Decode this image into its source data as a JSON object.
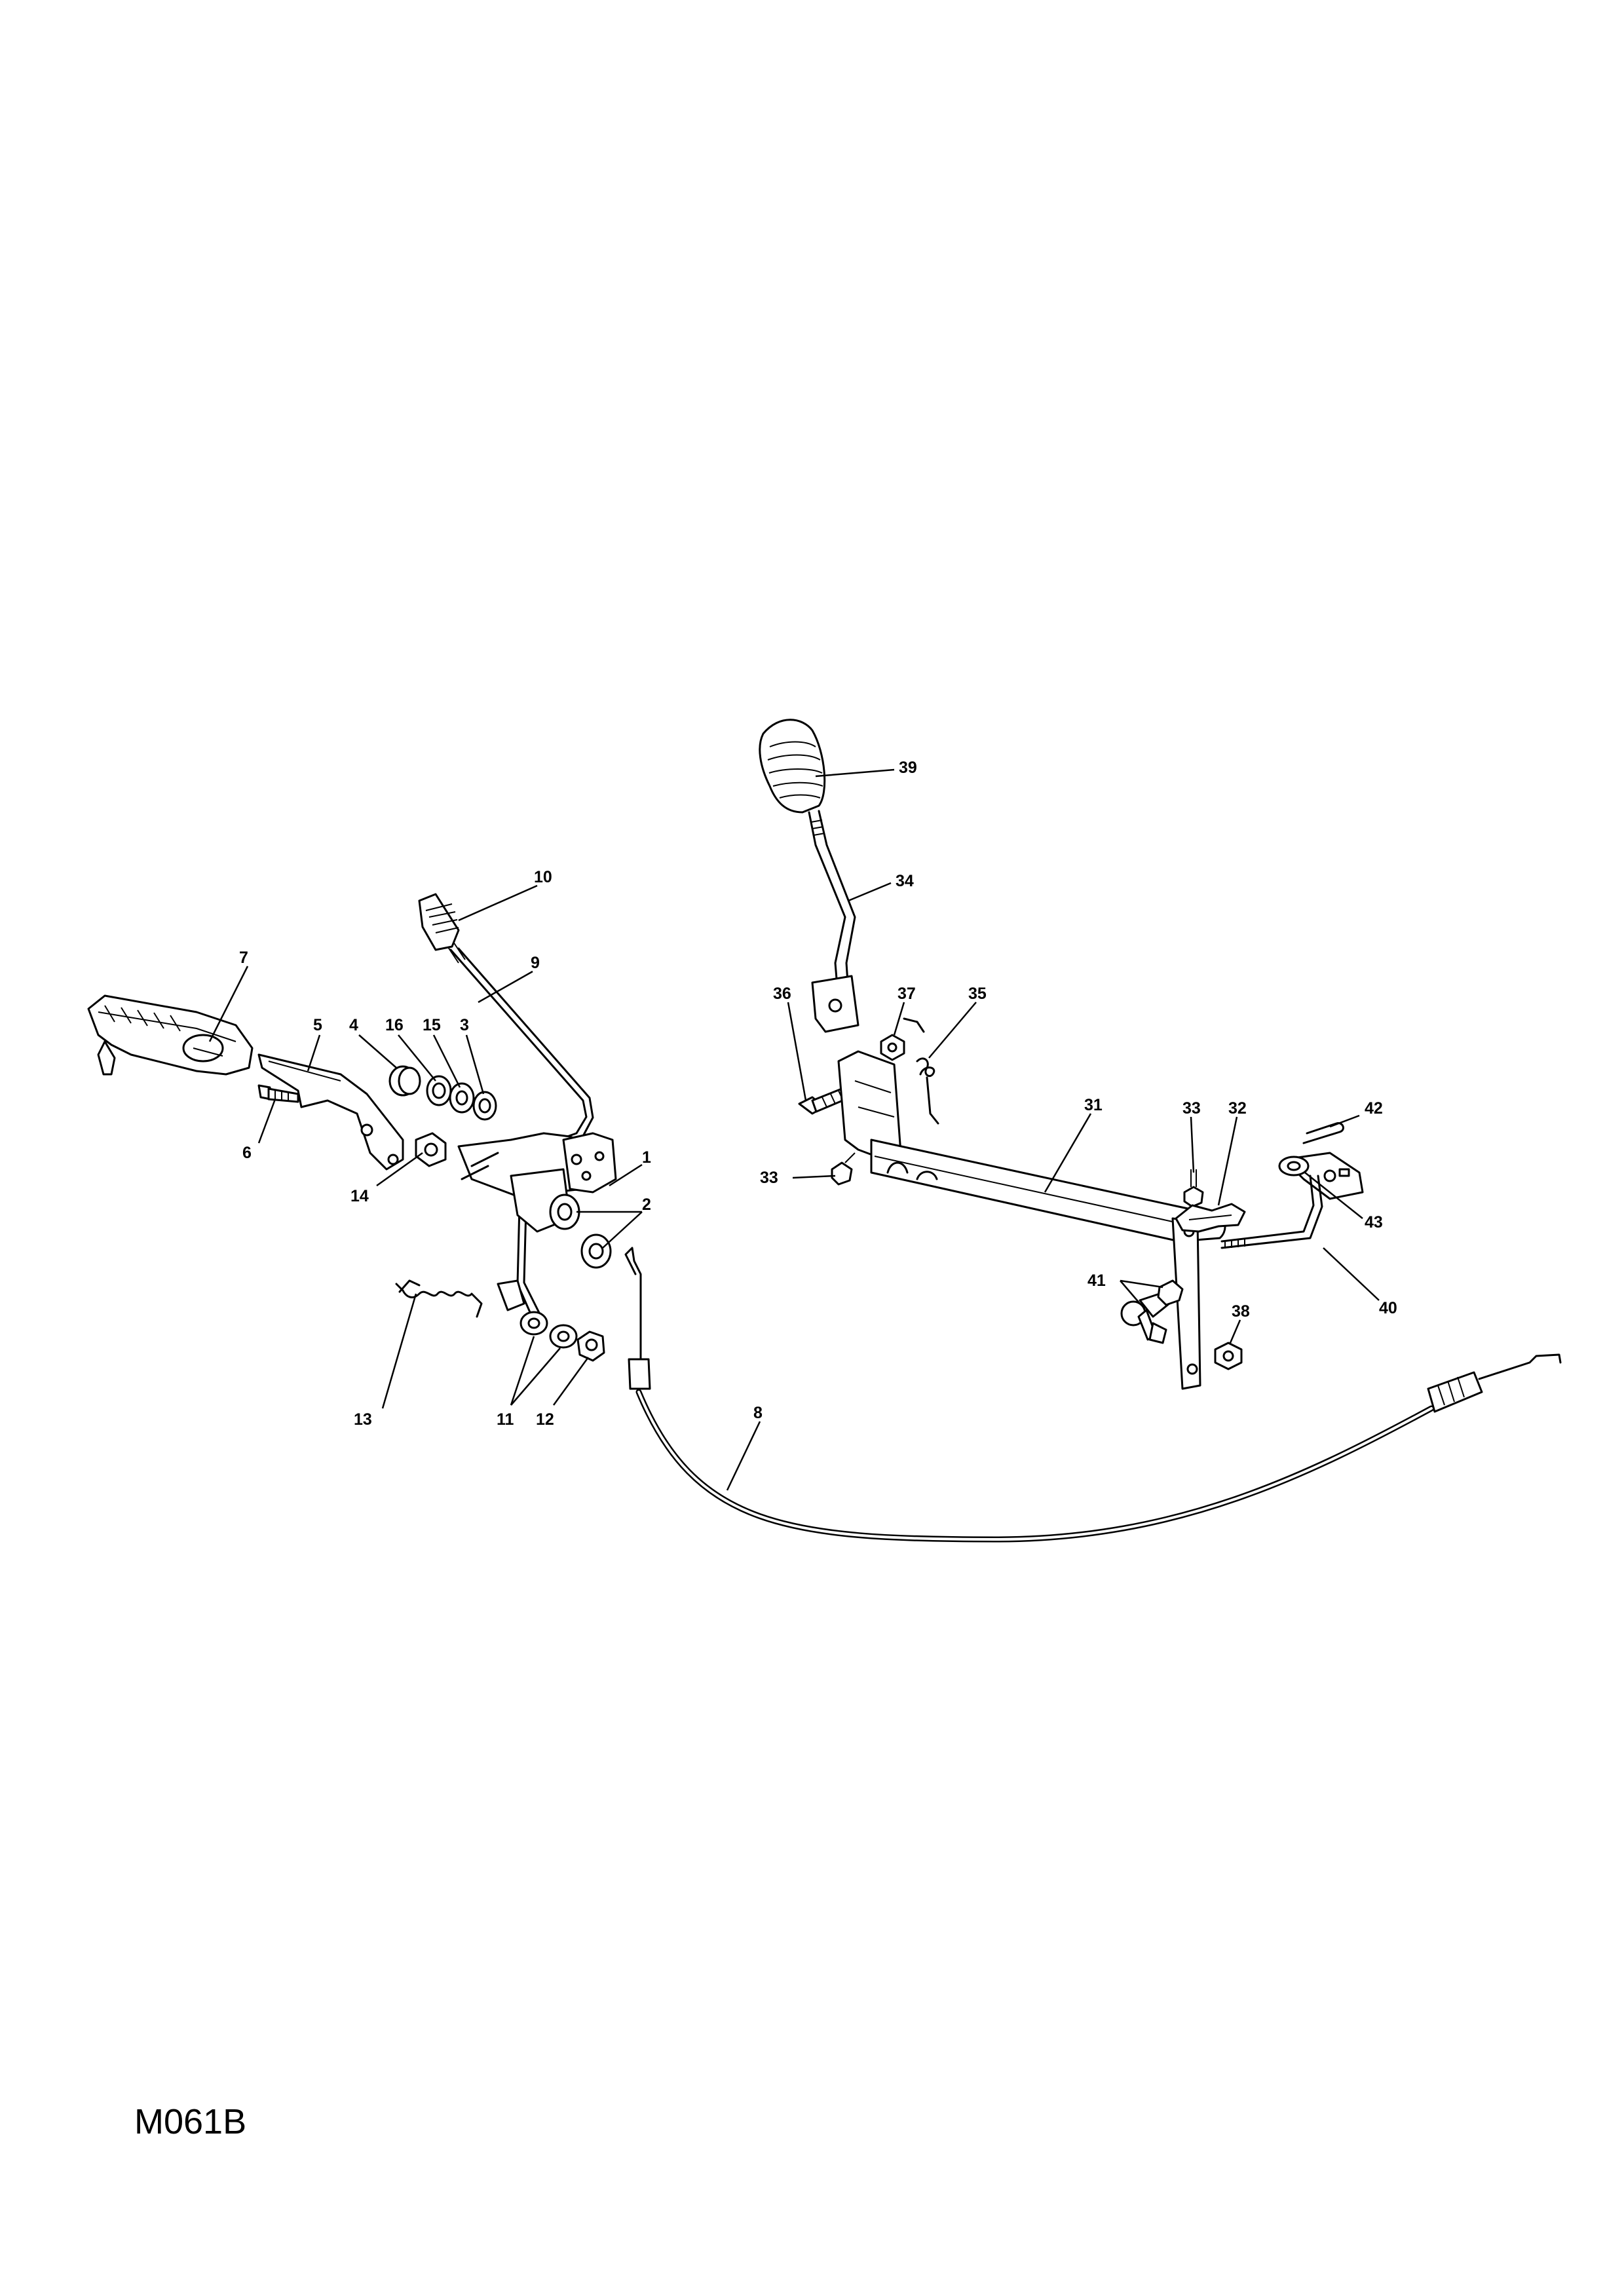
{
  "drawing": {
    "code": "M061B",
    "part_callouts": [
      "1",
      "2",
      "3",
      "4",
      "5",
      "6",
      "7",
      "8",
      "9",
      "10",
      "11",
      "12",
      "13",
      "14",
      "15",
      "16",
      "31",
      "32",
      "33",
      "33",
      "34",
      "35",
      "36",
      "37",
      "38",
      "39",
      "40",
      "41",
      "42",
      "43"
    ]
  }
}
